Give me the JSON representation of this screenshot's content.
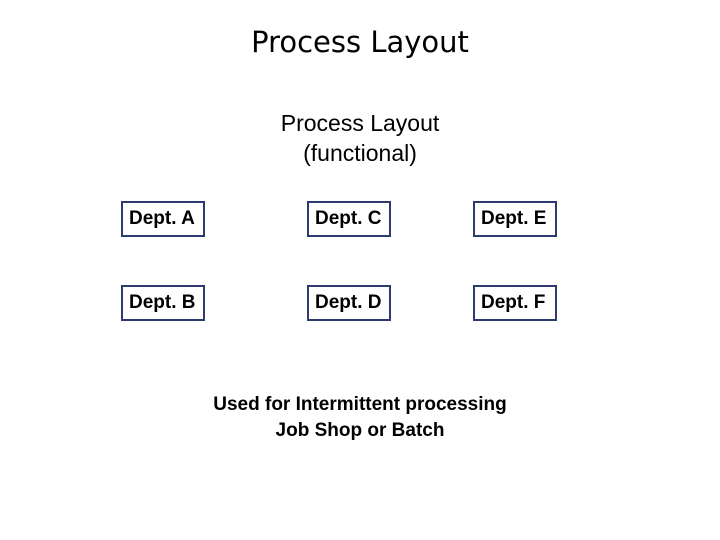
{
  "slide": {
    "title": "Process Layout",
    "subtitle_lines": [
      "Process Layout",
      "(functional)"
    ],
    "caption_lines": [
      "Used for Intermittent processing",
      "Job Shop or Batch"
    ],
    "colors": {
      "background": "#ffffff",
      "box_border": "#2e3b6e",
      "text": "#000000"
    },
    "departments": [
      {
        "label": "Dept. A",
        "column": 0,
        "row": 0
      },
      {
        "label": "Dept. C",
        "column": 1,
        "row": 0
      },
      {
        "label": "Dept. E",
        "column": 2,
        "row": 0
      },
      {
        "label": "Dept. B",
        "column": 0,
        "row": 1
      },
      {
        "label": "Dept. D",
        "column": 1,
        "row": 1
      },
      {
        "label": "Dept. F",
        "column": 2,
        "row": 1
      }
    ]
  }
}
